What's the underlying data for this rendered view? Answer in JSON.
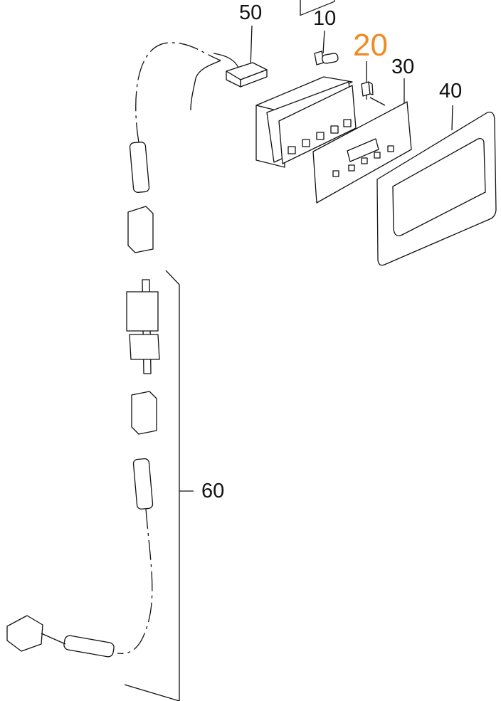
{
  "diagram": {
    "callouts": [
      {
        "id": "50",
        "label": "50"
      },
      {
        "id": "10",
        "label": "10"
      },
      {
        "id": "20",
        "label": "20",
        "highlighted": true
      },
      {
        "id": "30",
        "label": "30"
      },
      {
        "id": "40",
        "label": "40"
      },
      {
        "id": "60",
        "label": "60"
      }
    ],
    "colors": {
      "highlight": "#f08a24",
      "line": "#111111"
    }
  }
}
